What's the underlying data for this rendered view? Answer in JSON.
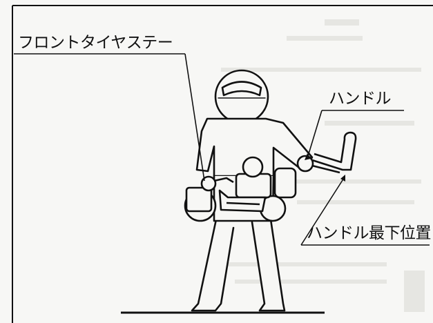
{
  "labels": {
    "front_tire_stay": "フロントタイヤステー",
    "handle": "ハンドル",
    "handle_lowest_position": "ハンドル最下位置"
  },
  "colors": {
    "ink": "#111111",
    "paper": "#f7f7f5",
    "ghost": "#e4e4e0"
  }
}
